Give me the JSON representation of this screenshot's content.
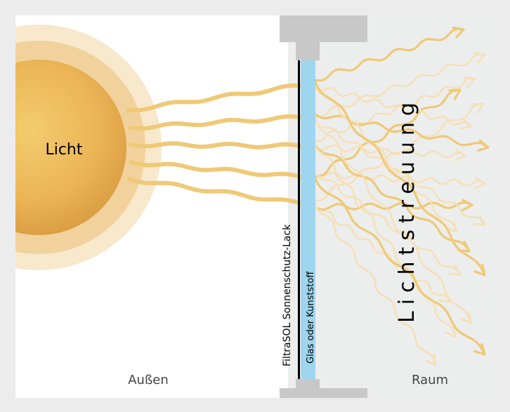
{
  "labels": {
    "light": "Licht",
    "outside": "Außen",
    "room": "Raum",
    "coating": "FiltraSOL Sonnenschutz-Lack",
    "pane": "Glas oder Kunststoff",
    "scatter": "Lichtstreuung"
  },
  "colors": {
    "background": "#ececec",
    "outside_panel": "#ffffff",
    "room_panel": "#eceded",
    "sun_core": "#f1c564",
    "sun_edge": "#d89a40",
    "sun_halo": "#f4dcb0",
    "ray": "#efc977",
    "ray_faded": "#f6dfb4",
    "frame": "#c8c8c8",
    "glass": "#9fd6ef",
    "coating_line": "#000000",
    "text": "#000000",
    "muted_text": "#444444"
  },
  "icons": {
    "sun": "sun-icon",
    "arrow": "wavy-arrow-icon"
  }
}
